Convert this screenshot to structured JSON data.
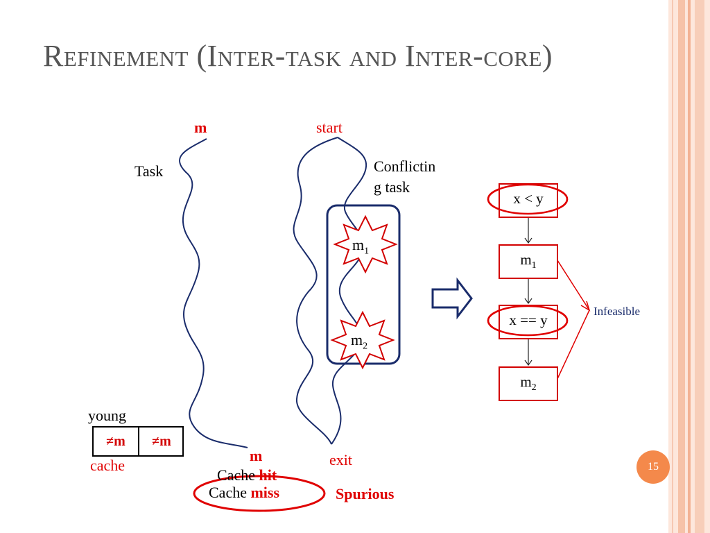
{
  "slide": {
    "title": "Refinement (Inter-task and Inter-core)",
    "page_number": "15"
  },
  "diagram": {
    "task_label": "Task",
    "conflicting_label_line1": "Conflictin",
    "conflicting_label_line2": "g task",
    "task_top_label": "m",
    "task_bottom_label": "m",
    "conflict_start_label": "start",
    "conflict_exit_label": "exit",
    "star1_label": "m",
    "star1_sub": "1",
    "star2_label": "m",
    "star2_sub": "2",
    "young_label": "young",
    "cache_label": "cache",
    "cache_cells": [
      "≠m",
      "≠m"
    ],
    "cache_hit_prefix": "Cache ",
    "cache_hit_word": "hit",
    "cache_miss_prefix": "Cache ",
    "cache_miss_word": "miss",
    "spurious_label": "Spurious",
    "cfg_nodes": [
      {
        "label": "x < y",
        "sub": ""
      },
      {
        "label": "m",
        "sub": "1"
      },
      {
        "label": "x == y",
        "sub": ""
      },
      {
        "label": "m",
        "sub": "2"
      }
    ],
    "infeasible_label": "Infeasible"
  },
  "colors": {
    "accent_red": "#e00000",
    "path_blue": "#1a2c6b",
    "page_badge": "#f4894b",
    "stripe_peach": "#f7c8b0"
  }
}
